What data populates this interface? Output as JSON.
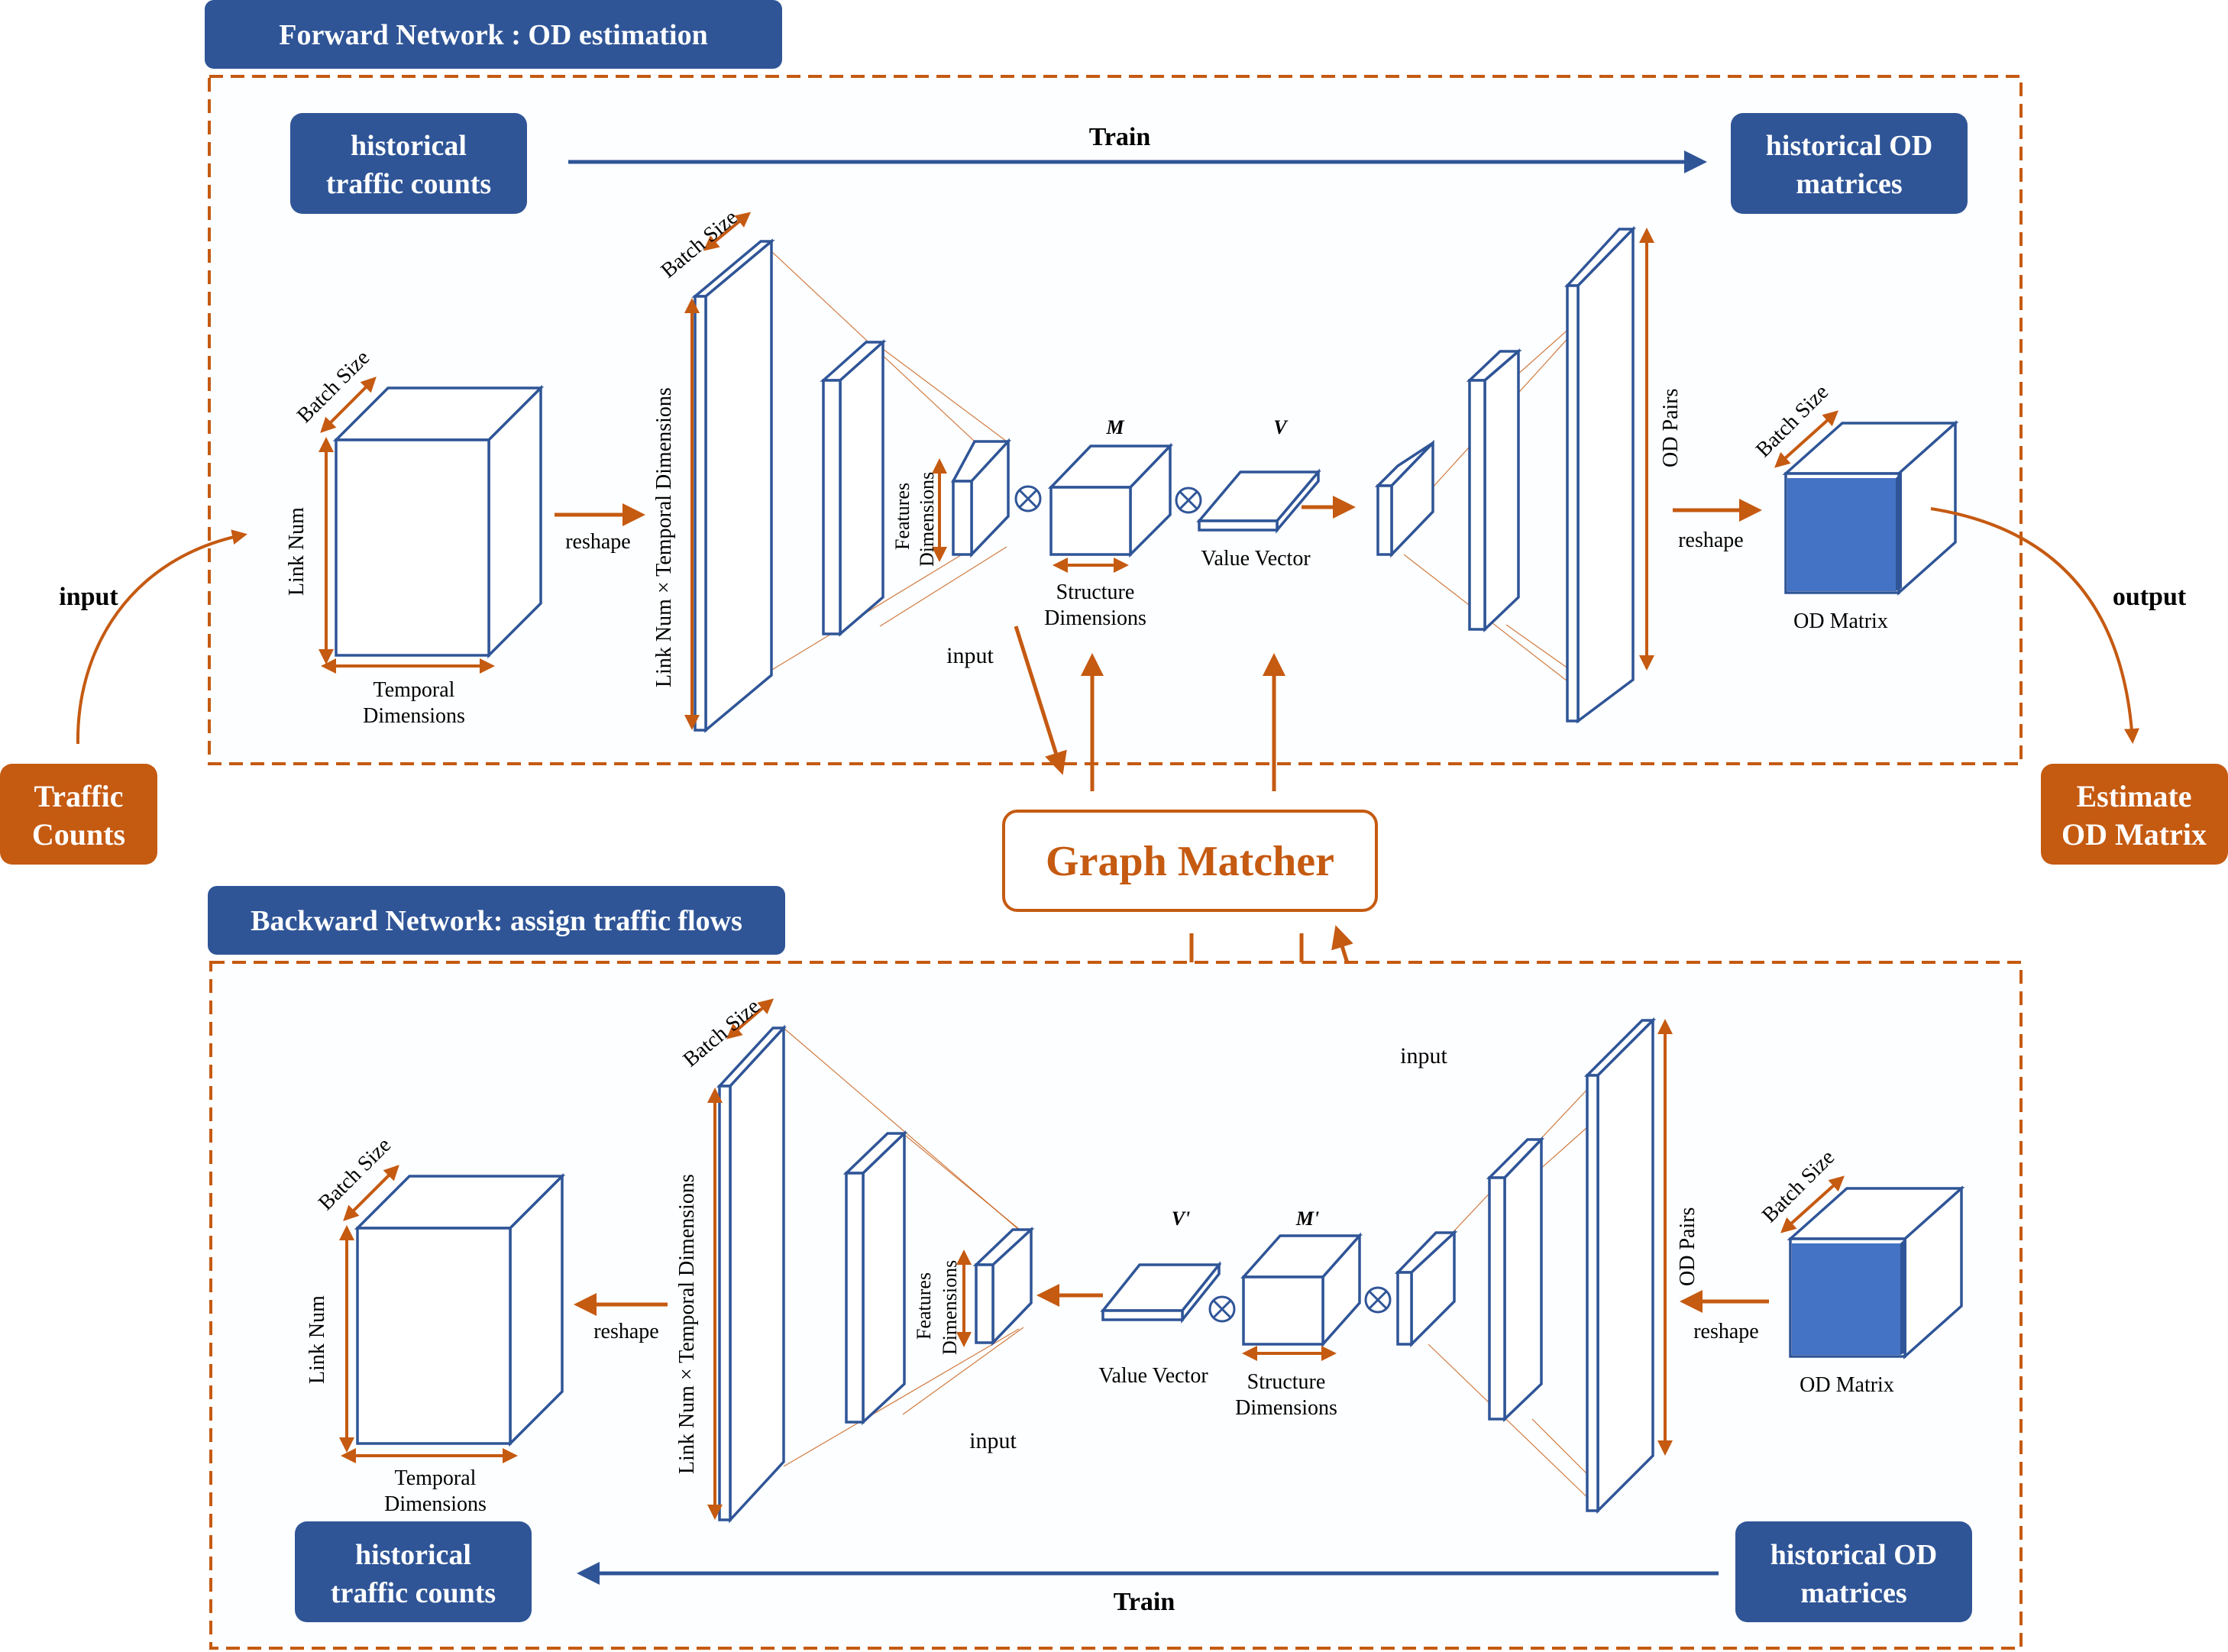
{
  "forward": {
    "title": "Forward Network : OD estimation",
    "hist_counts": [
      "historical",
      "traffic counts"
    ],
    "hist_od": [
      "historical OD",
      "matrices"
    ],
    "train": "Train",
    "batch_size": "Batch Size",
    "link_num": "Link Num",
    "temporal": [
      "Temporal",
      "Dimensions"
    ],
    "reshape_in": "reshape",
    "link_temporal": "Link Num × Temporal Dimensions",
    "features": [
      "Features",
      "Dimensions"
    ],
    "m_label": "M",
    "v_label": "V",
    "structure": [
      "Structure",
      "Dimensions"
    ],
    "value_vector": "Value Vector",
    "input_small": "input",
    "od_pairs": "OD Pairs",
    "reshape_out": "reshape",
    "od_matrix": "OD Matrix"
  },
  "side": {
    "input": "input",
    "output": "output",
    "traffic_counts": [
      "Traffic",
      "Counts"
    ],
    "estimate_od": [
      "Estimate",
      "OD Matrix"
    ]
  },
  "graph_matcher": "Graph Matcher",
  "backward": {
    "title": "Backward Network: assign traffic flows",
    "hist_counts": [
      "historical",
      "traffic counts"
    ],
    "hist_od": [
      "historical OD",
      "matrices"
    ],
    "train": "Train",
    "batch_size": "Batch Size",
    "link_num": "Link Num",
    "temporal": [
      "Temporal",
      "Dimensions"
    ],
    "reshape_left": "reshape",
    "link_temporal": "Link Num × Temporal Dimensions",
    "features": [
      "Features",
      "Dimensions"
    ],
    "v_label": "V'",
    "m_label": "M'",
    "structure": [
      "Structure",
      "Dimensions"
    ],
    "value_vector": "Value Vector",
    "input_left": "input",
    "input_right": "input",
    "od_pairs": "OD Pairs",
    "reshape_right": "reshape",
    "od_matrix": "OD Matrix"
  },
  "colors": {
    "blue": "#2f5597",
    "orange": "#c55a11",
    "od_fill": "#4472c4"
  }
}
